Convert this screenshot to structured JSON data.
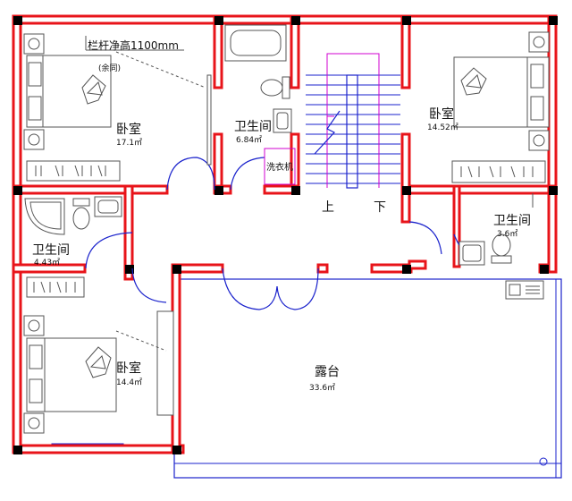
{
  "rooms": {
    "bedroom_nw": {
      "name": "卧室",
      "area": "17.1㎡"
    },
    "bedroom_ne": {
      "name": "卧室",
      "area": "14.52㎡"
    },
    "bedroom_sw": {
      "name": "卧室",
      "area": "14.4㎡"
    },
    "bath_top": {
      "name": "卫生间",
      "area": "6.84㎡"
    },
    "bath_west": {
      "name": "卫生间",
      "area": "4.43㎡"
    },
    "bath_east": {
      "name": "卫生间",
      "area": "3.6㎡"
    },
    "terrace": {
      "name": "露台",
      "area": "33.6㎡"
    }
  },
  "annotations": {
    "railing_height": "栏杆净高1100mm",
    "optional": "(余同)",
    "washer": "洗衣机",
    "stair_up": "上",
    "stair_down": "下"
  },
  "colors": {
    "wall": "#e8141a",
    "fixture": "#1a22cc",
    "column": "#000000",
    "stair_guide": "#d000d0"
  }
}
